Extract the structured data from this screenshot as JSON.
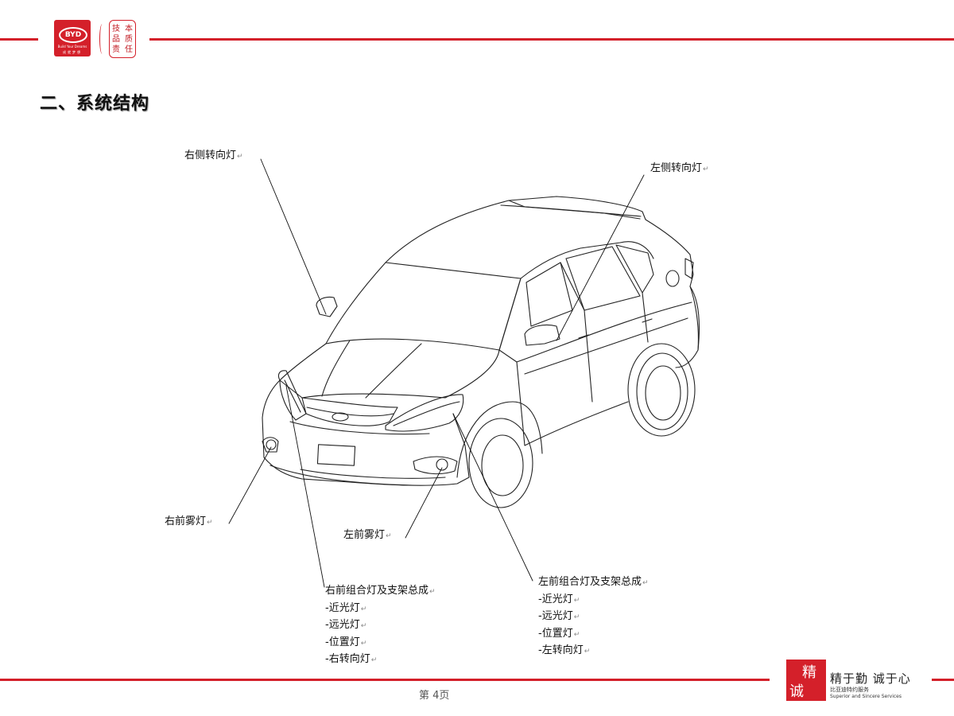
{
  "header": {
    "logo_text": "BYD",
    "logo_tagline": "Build Your Dreams",
    "logo_sub": "成就梦想",
    "seal_chars": [
      "技",
      "本",
      "品",
      "质",
      "责",
      "任"
    ]
  },
  "title": "二、系统结构",
  "labels": {
    "right_side_turn": "右侧转向灯",
    "left_side_turn": "左侧转向灯",
    "right_fog": "右前雾灯",
    "left_fog": "左前雾灯",
    "right_combo": {
      "heading": "右前组合灯及支架总成",
      "items": [
        "-近光灯",
        "-远光灯",
        "-位置灯",
        "-右转向灯"
      ]
    },
    "left_combo": {
      "heading": "左前组合灯及支架总成",
      "items": [
        "-近光灯",
        "-远光灯",
        "-位置灯",
        "-左转向灯"
      ]
    },
    "return_mark": "↵"
  },
  "footer": {
    "page_number": "第 4页",
    "stamp_chars": [
      "精",
      "诚"
    ],
    "motto": "精于勤 诚于心",
    "motto_cn": "比亚迪特约服务",
    "motto_en": "Superior and Sincere Services"
  },
  "colors": {
    "brand_red": "#d4202a"
  },
  "icons": [
    "byd-logo-icon",
    "quality-seal-icon",
    "jingcheng-stamp-icon"
  ]
}
